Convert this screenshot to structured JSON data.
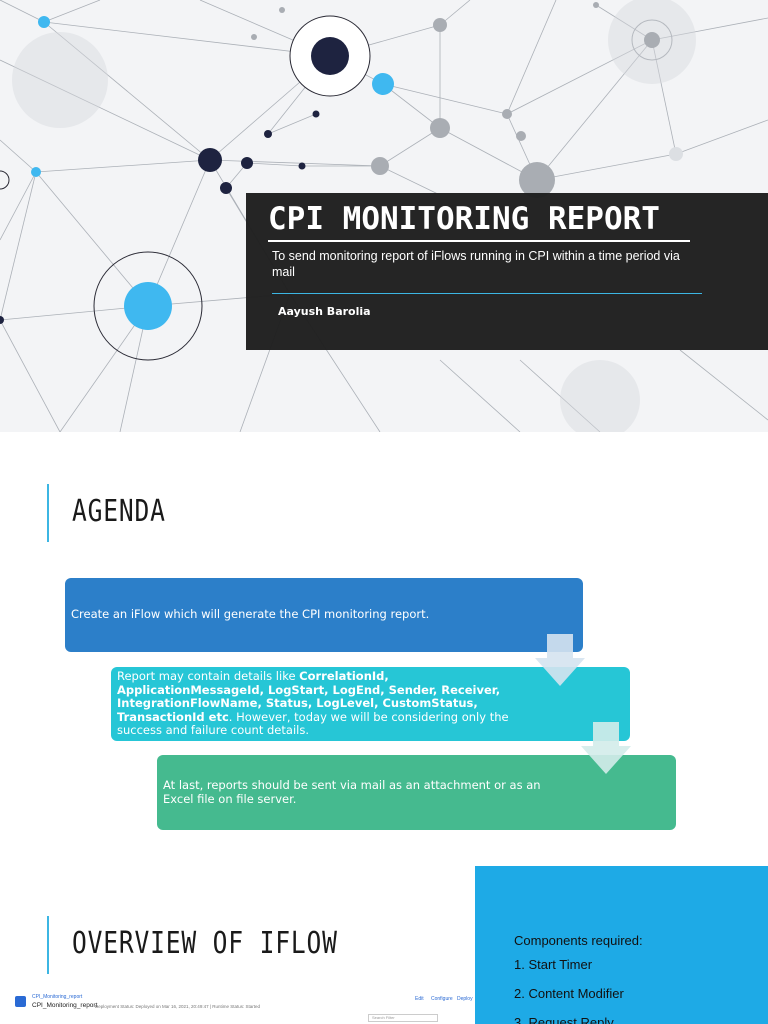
{
  "slide1": {
    "title": "CPI MONITORING REPORT",
    "subtitle": "To send monitoring report of iFlows running in CPI within a time period via mail",
    "author": "Aayush Barolia",
    "colors": {
      "panel": "#1e1e1e",
      "accent": "#3cb6e3",
      "node_dark": "#1e2340",
      "node_blue": "#3fb8f0"
    }
  },
  "slide2": {
    "heading": "AGENDA",
    "steps": [
      {
        "text": "Create an iFlow which will generate the CPI monitoring report.",
        "color": "#2c7fc9"
      },
      {
        "pre": "Report may contain details like ",
        "bold": "CorrelationId, ApplicationMessageId, LogStart, LogEnd, Sender, Receiver, IntegrationFlowName, Status, LogLevel, CustomStatus, TransactionId etc",
        "post": ". However, today we will be considering only the success and failure count details.",
        "color": "#26c6d6"
      },
      {
        "text": "At last, reports should be sent via mail as an attachment or as an Excel file on file server.",
        "color": "#45ba8f"
      }
    ]
  },
  "slide3": {
    "heading": "OVERVIEW OF IFLOW",
    "components_title": "Components required:",
    "components": [
      "1. Start Timer",
      "2. Content Modifier",
      "3. Request Reply"
    ],
    "screenshot": {
      "breadcrumb": "CPI_Monitoring_report",
      "iflow_name": "CPI_Monitoring_report",
      "status_text": "Deployment Status: Deployed on Mar 16, 2021, 20:49:47 | Runtime Status: Started",
      "actions": [
        "Edit",
        "Configure",
        "Deploy"
      ],
      "filter_placeholder": "Search Filter"
    },
    "colors": {
      "panel": "#1eaae6"
    }
  }
}
